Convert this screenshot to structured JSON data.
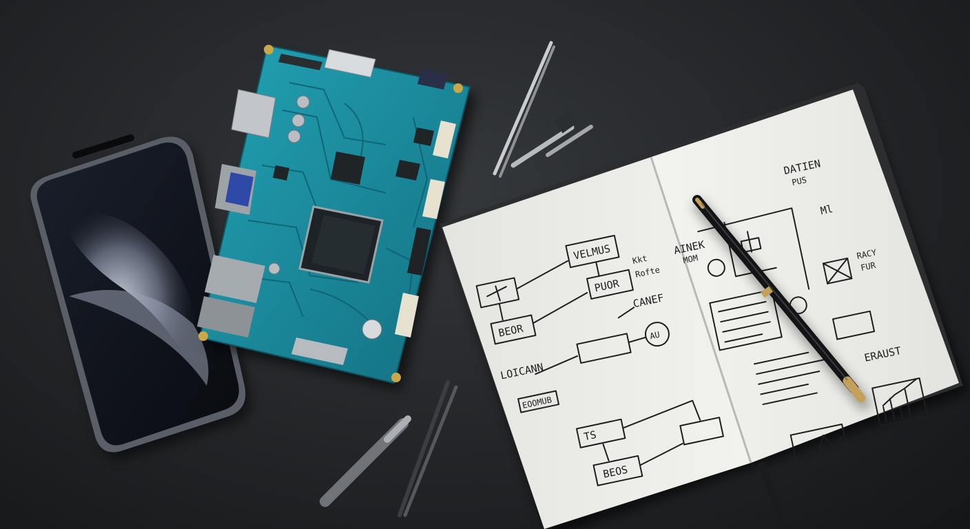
{
  "scene": {
    "description_free": true,
    "palette": {
      "slate": "#2a2c2f",
      "pcb": "#1e8ea0",
      "paper": "#efefec",
      "ink": "#1e1e1e",
      "phone_glow": "#c9d2e0"
    },
    "notebook_left": {
      "labels": [
        "VELMUS",
        "PUOR",
        "Kkt",
        "Rofte",
        "BEOR",
        "CANEF",
        "LOICANN",
        "AU",
        "EOOMUB",
        "TS",
        "BEOS"
      ]
    },
    "notebook_right": {
      "labels": [
        "DATIEN",
        "PUS",
        "AINEK",
        "MOM",
        "Ml",
        "RACY",
        "FUR",
        "ERAUST"
      ]
    }
  }
}
